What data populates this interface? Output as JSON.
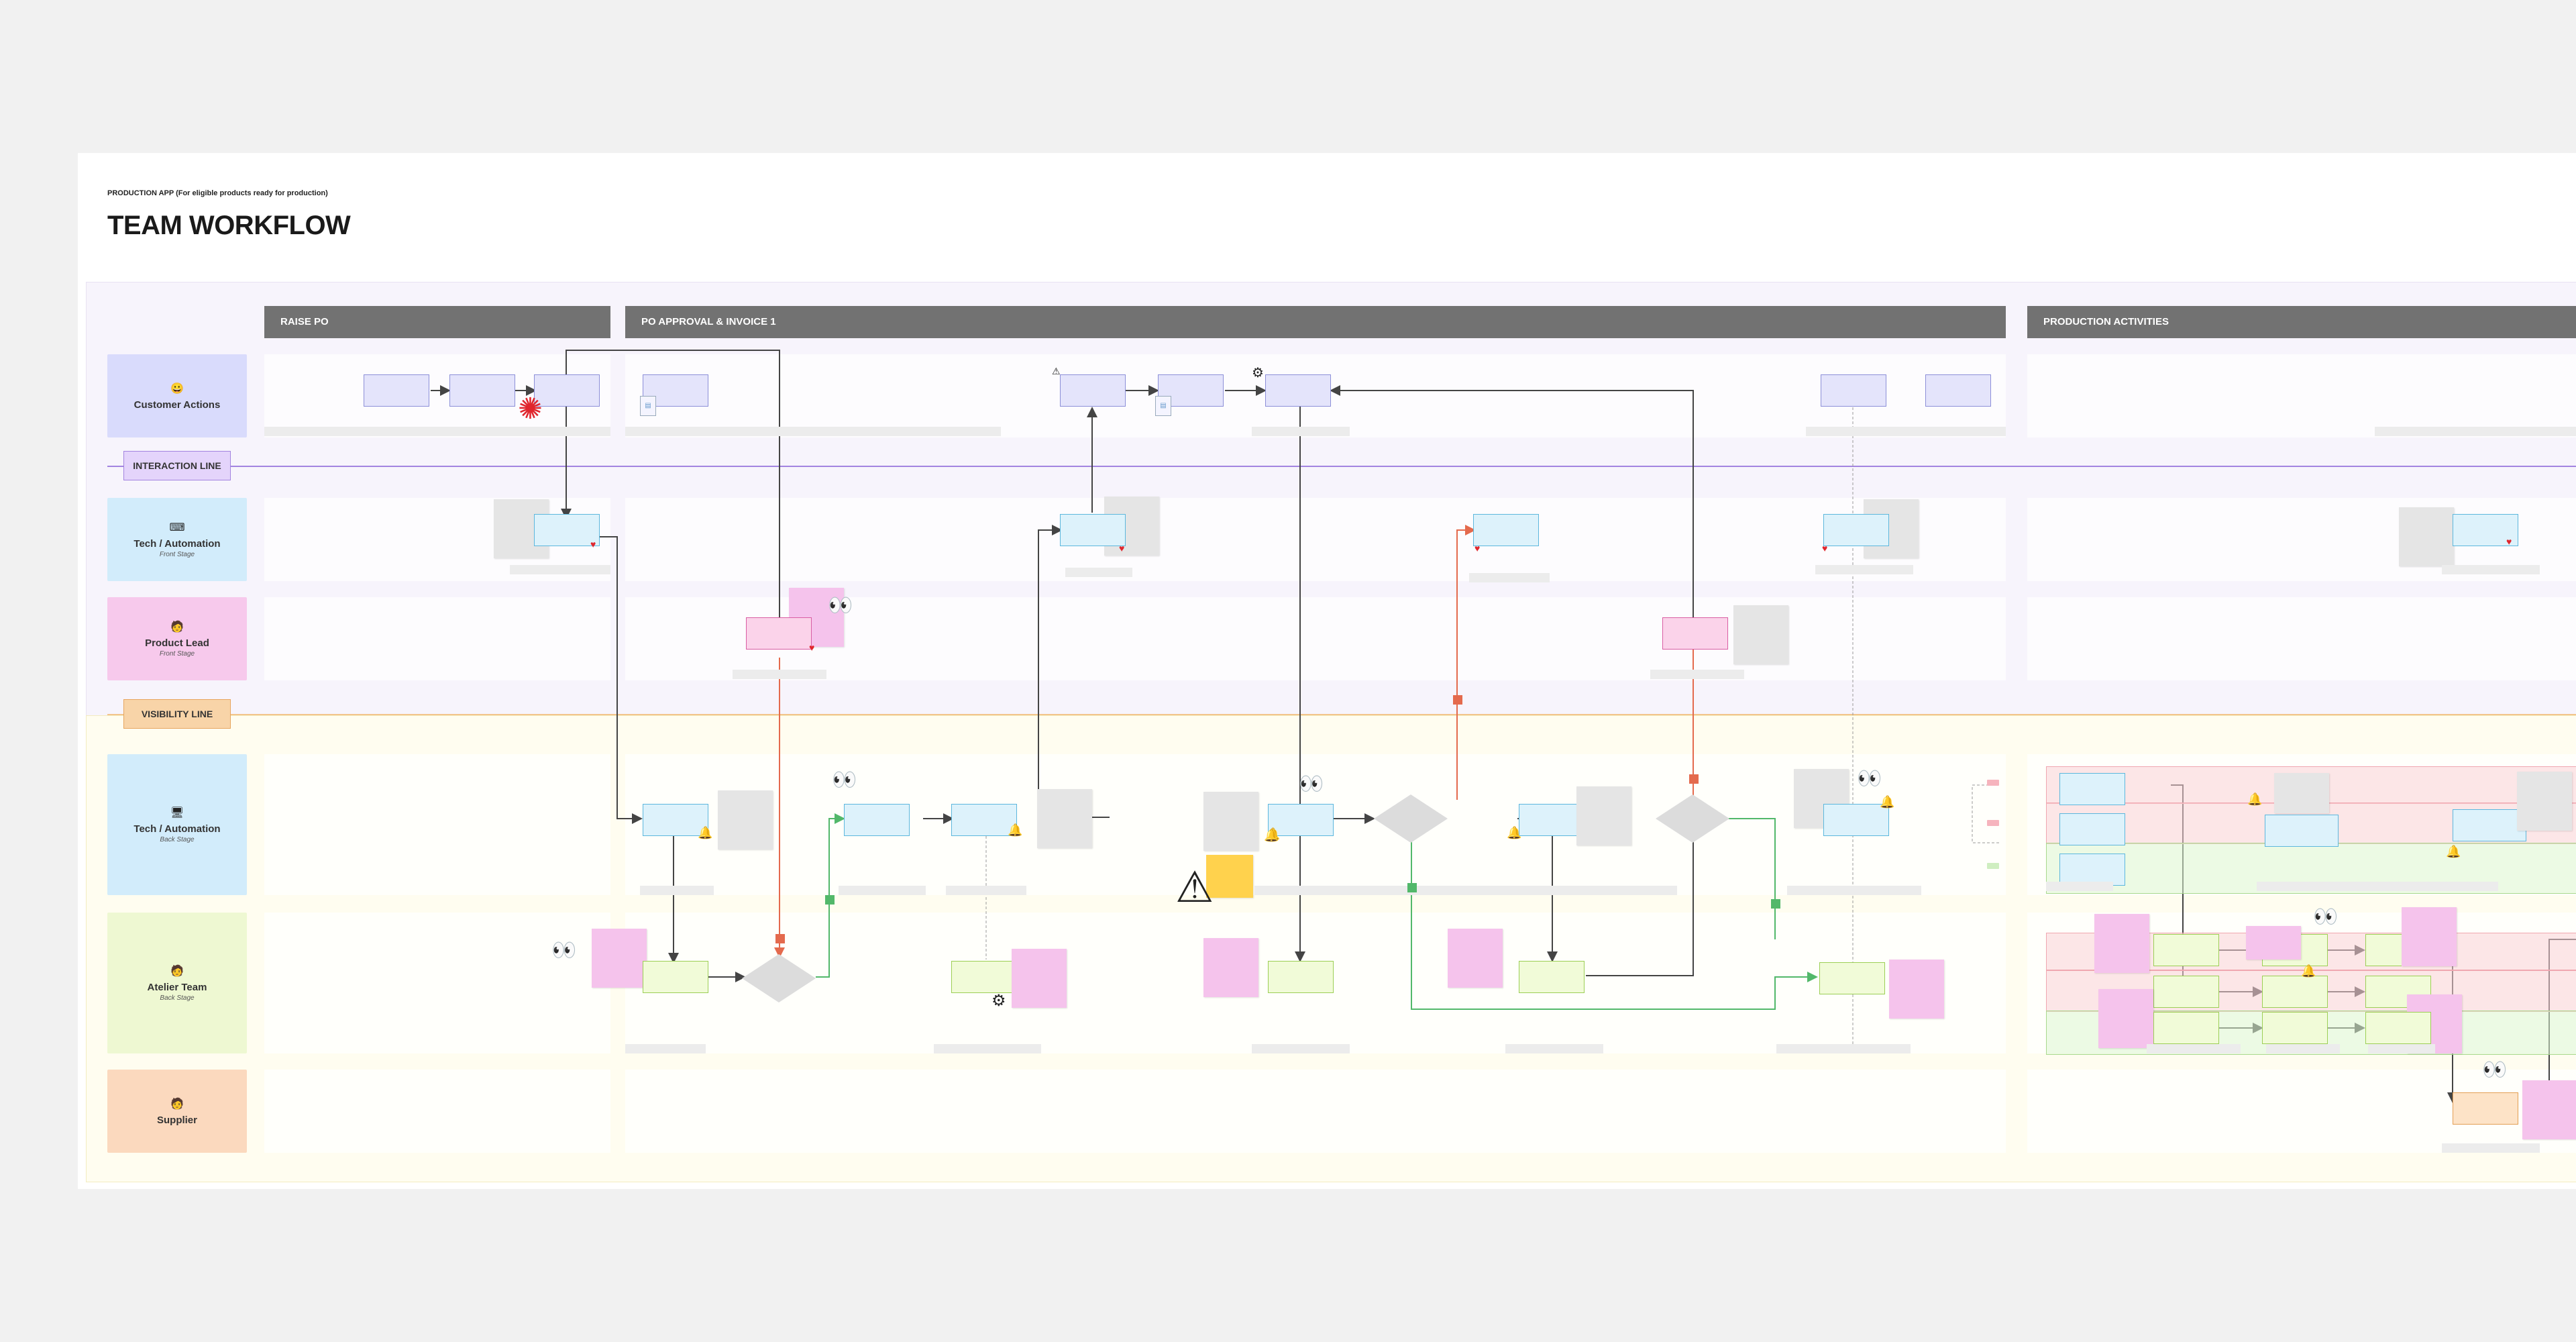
{
  "header": {
    "subtitle": "PRODUCTION APP (For eligible products ready for production)",
    "title": "TEAM WORKFLOW"
  },
  "phases": [
    "RAISE PO",
    "PO APPROVAL & INVOICE 1",
    "PRODUCTION ACTIVITIES"
  ],
  "lanes": [
    {
      "emoji": "😀",
      "name": "Customer Actions",
      "sub": "",
      "color": "#d9dbfc"
    },
    {
      "emoji": "⌨",
      "name": "Tech / Automation",
      "sub": "Front Stage",
      "color": "#d2ecfb"
    },
    {
      "emoji": "🧑",
      "name": "Product Lead",
      "sub": "Front Stage",
      "color": "#f7c9ec"
    },
    {
      "emoji": "🖥",
      "name": "Tech / Automation",
      "sub": "Back Stage",
      "color": "#d2ecfb"
    },
    {
      "emoji": "🧑",
      "name": "Atelier Team",
      "sub": "Back Stage",
      "color": "#eef8d2"
    },
    {
      "emoji": "🧑",
      "name": "Supplier",
      "sub": "",
      "color": "#fbd9be"
    }
  ],
  "lines": {
    "interaction": "INTERACTION LINE",
    "visibility": "VISIBILITY LINE"
  },
  "colors": {
    "interaction_line": "#a384e0",
    "visibility_line": "#f2c48c",
    "phase_bar": "#727272",
    "arrow_red": "#e46a4d",
    "arrow_green": "#52b86a",
    "arrow_dark": "#444444"
  }
}
